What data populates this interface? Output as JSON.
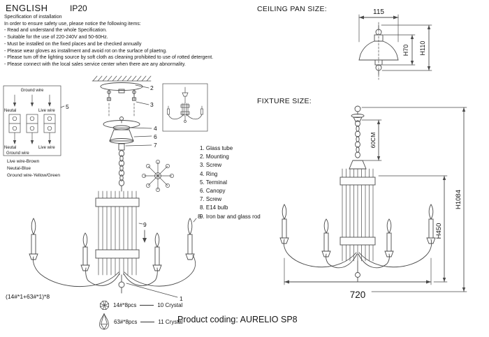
{
  "header": {
    "language": "ENGLISH",
    "ip_rating": "IP20"
  },
  "spec": {
    "title": "Specification of installation",
    "intro": "In order to ensure safety use, please notice the following items:",
    "items": [
      "- Read and understand the whole Specification.",
      "- Suitable for the use of 220-240V and 50-60Hz.",
      "- Must be installed on the fixed places and be checked annually",
      "- Please wear gloves as installment and avoid rot on the surface of plaetng.",
      "- Please tum off the lighting source by soft cloth as cleaning prohibited to use of rotted detergent.",
      "- Please connect with the local sales service center when there are any abnormality."
    ]
  },
  "wiring": {
    "ground_top": "Ground wire",
    "neutral_mid": "Neutal",
    "live_mid": "Live wire",
    "neutral_low": "Neutal",
    "live_low": "Live wire",
    "ground_bottom": "Ground wire",
    "legend": [
      "Live wire-Brown",
      "Neutal-Blue",
      "Ground wire-Yellow/Green"
    ]
  },
  "parts": [
    "1. Glass tube",
    "2. Mounting",
    "3. Screw",
    "4. Ring",
    "5. Terminal",
    "6. Canopy",
    "7. Screw",
    "8. E14 bulb",
    "9. Iron bar and glass rod"
  ],
  "callouts": {
    "n1": "1",
    "n2": "2",
    "n3": "3",
    "n4": "4",
    "n5": "5",
    "n6": "6",
    "n7": "7",
    "n8": "8",
    "n9": "9"
  },
  "ceiling_pan": {
    "title": "CEILING PAN SIZE:",
    "dim_width": "115",
    "dim_h70": "H70",
    "dim_h110": "H110"
  },
  "fixture": {
    "title": "FIXTURE SIZE:",
    "dim_chain": "60CM",
    "dim_h450": "H450",
    "dim_h1084": "H1084",
    "dim_width": "720"
  },
  "crystals": {
    "formula": "(14#*1+63#*1)*8",
    "rows": [
      {
        "qty": "14#*8pcs",
        "label": "10 Crystal"
      },
      {
        "qty": "63#*8pcs",
        "label": "11 Crystal"
      }
    ]
  },
  "product_coding": "Product coding: AURELIO SP8"
}
